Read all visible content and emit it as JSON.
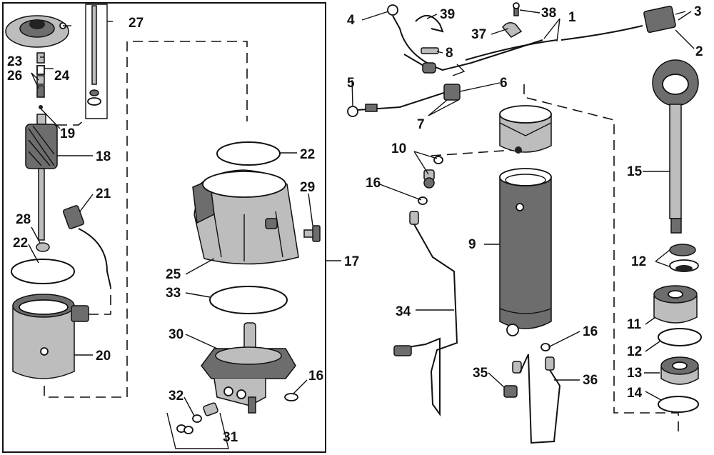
{
  "diagram": {
    "labels": {
      "l1": "1",
      "l2": "2",
      "l3": "3",
      "l4": "4",
      "l5": "5",
      "l6": "6",
      "l7": "7",
      "l8": "8",
      "l9": "9",
      "l10": "10",
      "l11": "11",
      "l12a": "12",
      "l12b": "12",
      "l13": "13",
      "l14": "14",
      "l15": "15",
      "l16a": "16",
      "l16b": "16",
      "l16c": "16",
      "l17": "17",
      "l18": "18",
      "l19": "19",
      "l20": "20",
      "l21": "21",
      "l22a": "22",
      "l22b": "22",
      "l23": "23",
      "l24": "24",
      "l25": "25",
      "l26": "26",
      "l27": "27",
      "l28": "28",
      "l29": "29",
      "l30": "30",
      "l31": "31",
      "l32": "32",
      "l33": "33",
      "l34": "34",
      "l35": "35",
      "l36": "36",
      "l37": "37",
      "l38": "38",
      "l39": "39"
    }
  }
}
